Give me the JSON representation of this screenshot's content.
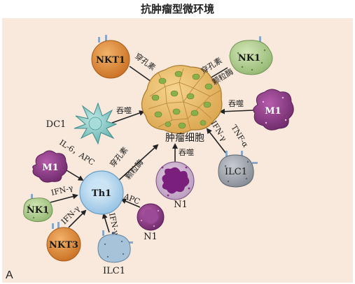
{
  "title": "抗肿瘤型微环境",
  "panel_letter": "A",
  "tumor": {
    "label": "肿瘤细胞"
  },
  "cells": {
    "nkt1": "NKT1",
    "nk1_top": "NK1",
    "dc1": "DC1",
    "m1_right": "M1",
    "m1_left": "M1",
    "ilc1_right": "ILC1",
    "th1": "Th1",
    "n1_center": "N1",
    "n1_small": "N1",
    "nk1_left": "NK1",
    "nkt3": "NKT3",
    "ilc1_bottom": "ILC1"
  },
  "arrow_labels": {
    "nkt1": "穿孔素",
    "nk1_a": "穿孔素",
    "nk1_b": "颗粒酶",
    "dc1": "吞噬",
    "m1_right": "吞噬",
    "ilc1_a": "IFN-γ",
    "ilc1_b": "TNF-α",
    "n1": "吞噬",
    "th1_a": "穿孔素",
    "th1_b": "颗粒酶",
    "m1_left": "IL-6，APC",
    "nk1_left": "IFN-γ",
    "nkt3": "IFN-γ",
    "ilc1_bottom": "IFN-γ",
    "n1_small": "APC"
  },
  "colors": {
    "panel": "#f8e9dc",
    "tumor": "#e8b860",
    "tumor_nucleus": "#8ab04a",
    "nkt": "#d9822e",
    "nk": "#b8d49a",
    "dc": "#7cc4c4",
    "macrophage": "#8c3a86",
    "ilc": "#a6acb4",
    "th1": "#9cc8e8",
    "neutrophil": "#8a2a8a"
  }
}
